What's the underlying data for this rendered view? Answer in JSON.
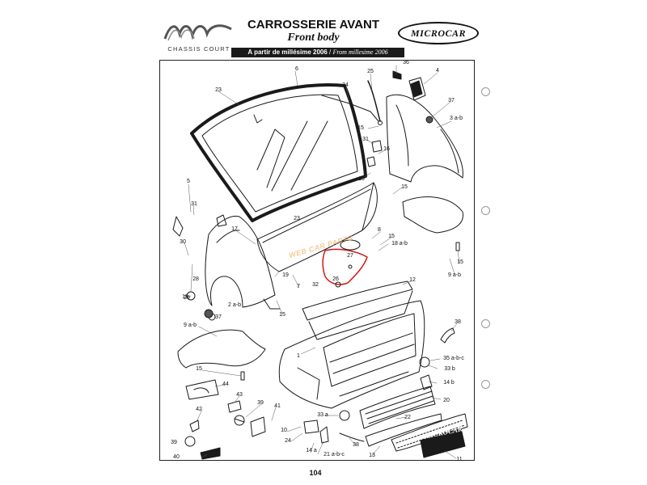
{
  "header": {
    "logo_tagline": "CHASSIS COURT",
    "title_fr": "CARROSSERIE AVANT",
    "title_en": "Front body",
    "badge": "MICROCAR",
    "banner_fr": "A partir de millésime 2006",
    "banner_separator": " / ",
    "banner_en": "From millesime 2006"
  },
  "watermark": "WEB CAR PARTS",
  "panel_badge": "MICROCAR",
  "footer": {
    "page_number": "104"
  },
  "callouts": [
    "1",
    "2 a-b",
    "3 a-b",
    "4",
    "5",
    "6",
    "7",
    "8",
    "9 a-b",
    "9 a-b",
    "10",
    "11",
    "12",
    "13",
    "14 a",
    "14 b",
    "15",
    "15",
    "15",
    "15",
    "15",
    "15",
    "15",
    "16",
    "17",
    "18 a-b",
    "19",
    "19",
    "20",
    "21 a-b-c",
    "22",
    "23",
    "23",
    "24",
    "25",
    "26",
    "27",
    "28",
    "29",
    "30",
    "31",
    "31",
    "32",
    "33 a",
    "33 b",
    "34",
    "35 a-b-c",
    "36",
    "37",
    "37",
    "38",
    "38",
    "39",
    "39",
    "40",
    "41",
    "42",
    "43",
    "44"
  ],
  "colors": {
    "line": "#1a1a1a",
    "callout_line": "#555555",
    "highlight": "#d11a1a",
    "banner": "#1a1a1a"
  }
}
